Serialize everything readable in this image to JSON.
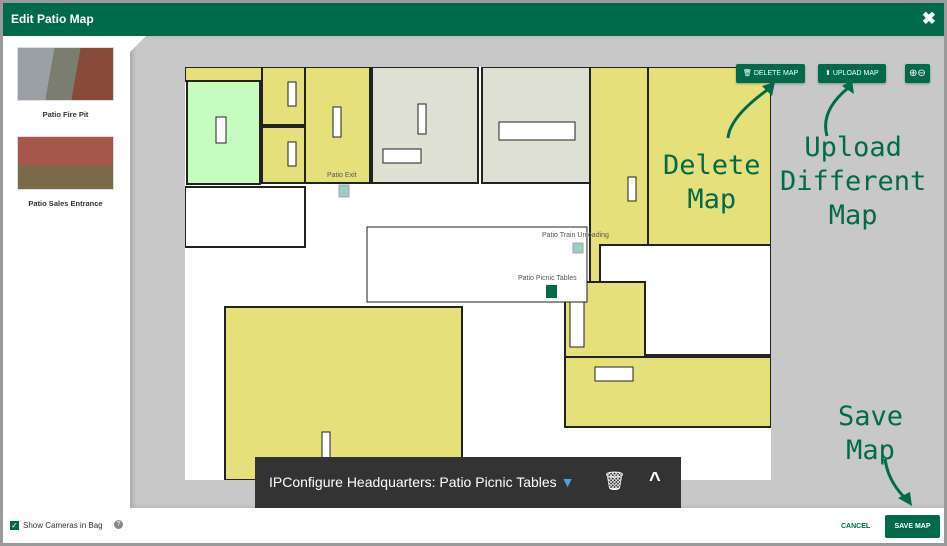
{
  "header": {
    "title": "Edit Patio Map",
    "close_icon": "close-icon"
  },
  "cameras": [
    {
      "label": "Patio Fire Pit"
    },
    {
      "label": "Patio Sales Entrance"
    }
  ],
  "toolbar": {
    "delete_label": "DELETE MAP",
    "upload_label": "UPLOAD MAP",
    "zoom_in_icon": "zoom-in-icon",
    "zoom_out_icon": "zoom-out-icon"
  },
  "map_cameras": [
    {
      "label": "Patio Exit"
    },
    {
      "label": "Patio Train Unloading"
    },
    {
      "label": "Patio Picnic Tables"
    }
  ],
  "annotations": {
    "delete": [
      "Delete",
      "Map"
    ],
    "upload": [
      "Upload",
      "Different",
      "Map"
    ],
    "save": [
      "Save",
      "Map"
    ]
  },
  "bottom_bar": {
    "title": "IPConfigure Headquarters: Patio Picnic Tables"
  },
  "footer": {
    "show_cameras_label": "Show Cameras in Bag",
    "show_cameras_checked": true,
    "cancel_label": "CANCEL",
    "save_label": "SAVE MAP"
  },
  "colors": {
    "accent": "#006b4a",
    "room_yellow": "#e6e07a",
    "room_green": "#c6fcc0",
    "room_grey": "#dde0d2"
  }
}
